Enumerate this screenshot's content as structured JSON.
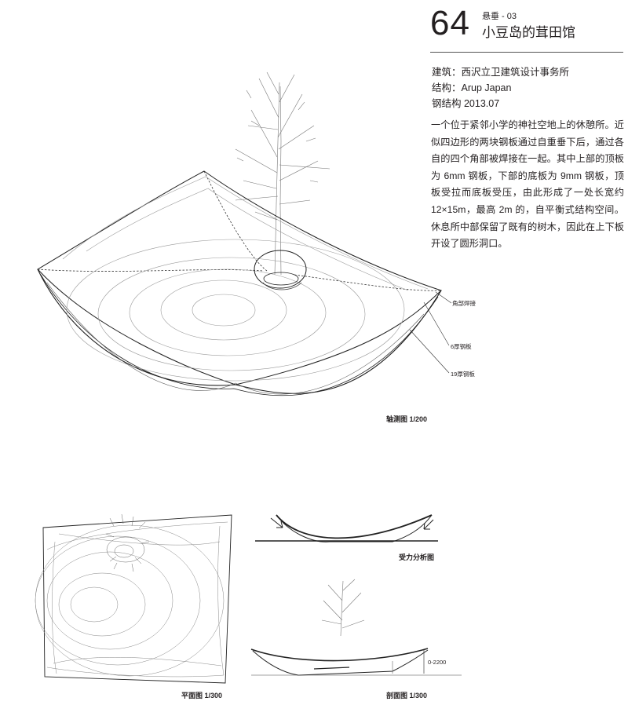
{
  "header": {
    "number": "64",
    "series": "悬垂 - 03",
    "title": "小豆岛的茸田馆"
  },
  "meta": [
    "建筑：西沢立卫建筑设计事务所",
    "结构：Arup Japan",
    "钢结构   2013.07"
  ],
  "description": "一个位于紧邻小学的神社空地上的休憩所。近似四边形的两块钢板通过自重垂下后，通过各自的四个角部被焊接在一起。其中上部的顶板为 6mm 钢板，下部的底板为 9mm 钢板，顶板受拉而底板受压，由此形成了一处长宽约 12×15m，最高 2m 的，自平衡式结构空间。休息所中部保留了既有的树木，因此在上下板开设了圆形洞口。",
  "axon": {
    "labels": {
      "corner_weld": "角部焊接",
      "plate_6": "6厚钢板",
      "plate_19": "19厚钢板"
    },
    "caption": "轴测图 1/200"
  },
  "plan": {
    "caption": "平面图 1/300"
  },
  "force": {
    "caption": "受力分析图"
  },
  "section": {
    "caption": "剖面图 1/300",
    "height_label": "0-2200"
  }
}
